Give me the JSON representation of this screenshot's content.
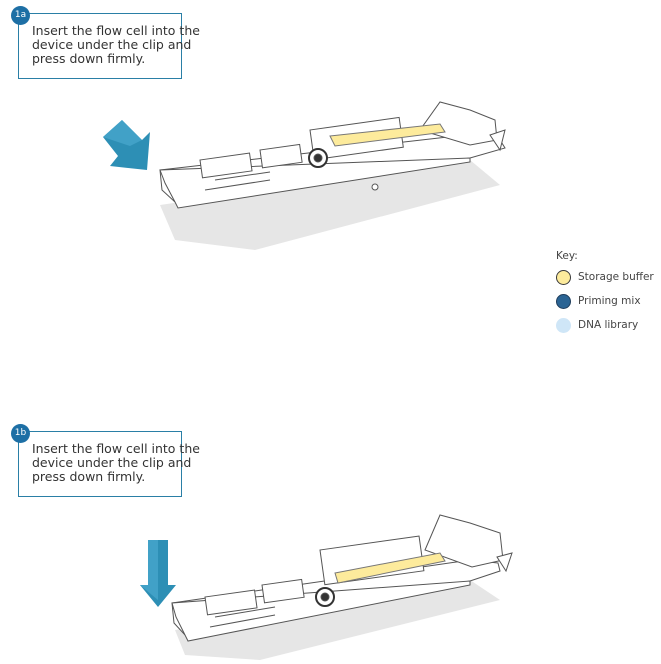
{
  "steps": [
    {
      "badge": "1a",
      "text": "Insert the flow cell into the device under the clip and press down firmly."
    },
    {
      "badge": "1b",
      "text": "Insert the flow cell into the device under the clip and press down firmly."
    }
  ],
  "key": {
    "title": "Key:",
    "items": [
      {
        "label": "Storage buffer",
        "color": "#fdeb9c",
        "border": "#3a3a3a"
      },
      {
        "label": "Priming mix",
        "color": "#2b6494",
        "border": "#1f3d5c"
      },
      {
        "label": "DNA library",
        "color": "#cfe6f7",
        "border": "#cfe6f7"
      }
    ]
  },
  "colors": {
    "accent": "#1d6fa5",
    "arrow": "#2d8fb5",
    "flowcell_yellow": "#fdeb9c",
    "shadow": "#e2e2e2"
  }
}
